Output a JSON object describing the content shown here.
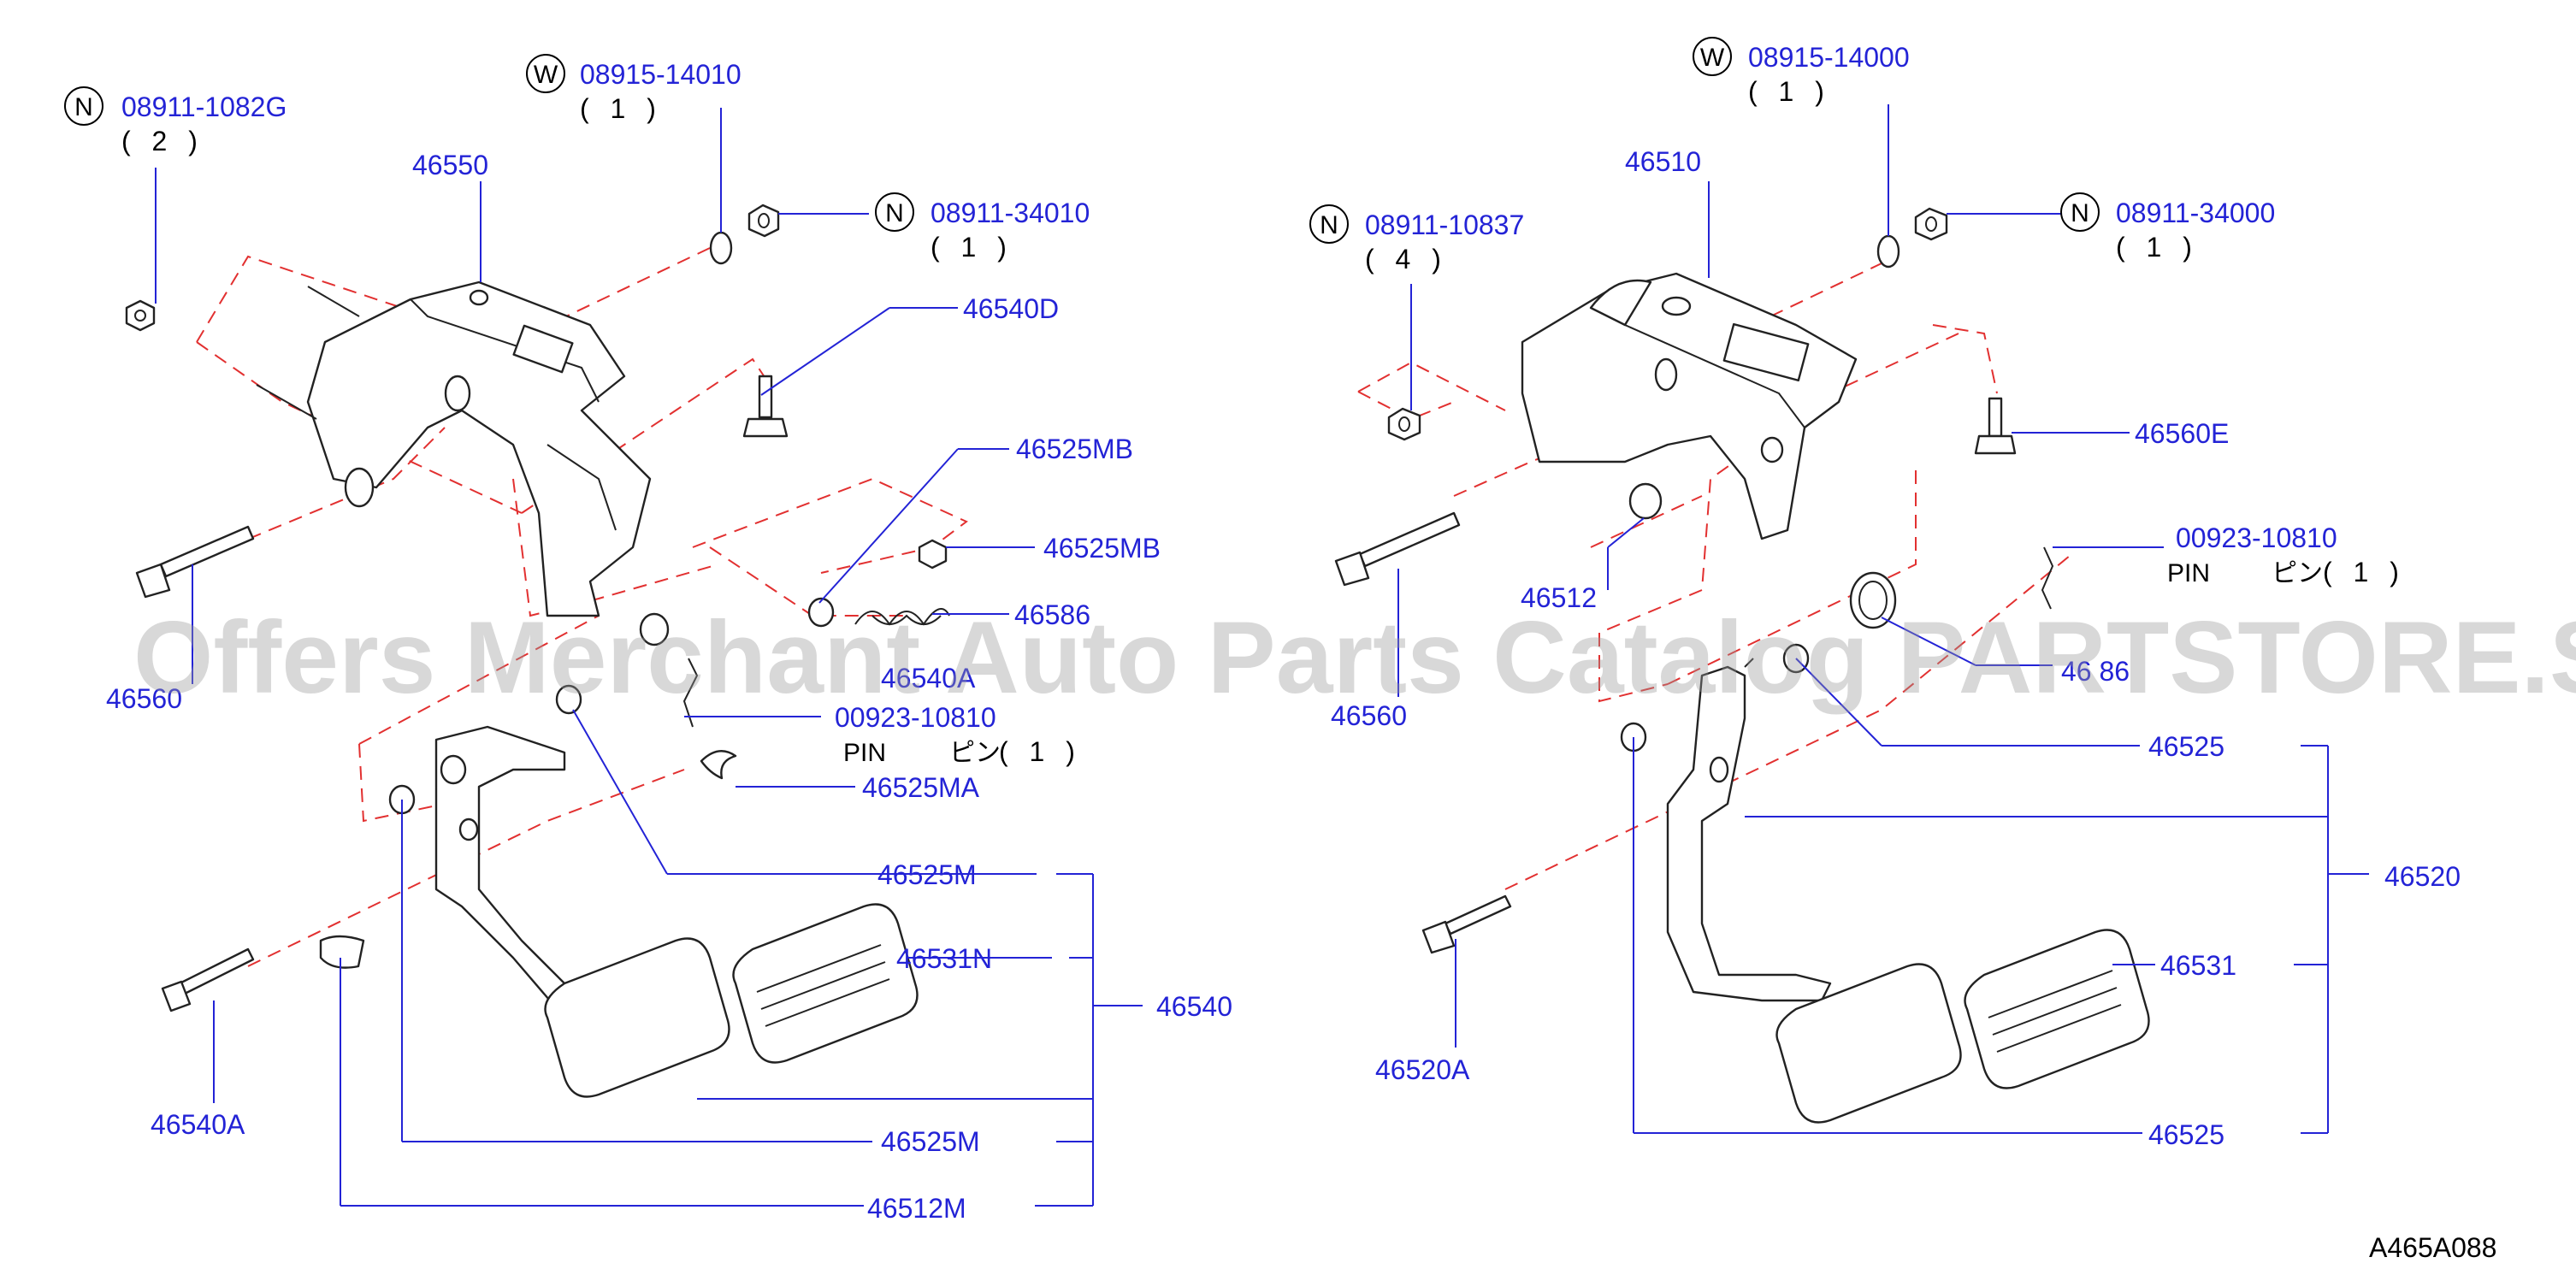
{
  "diagram_code": "A465A088",
  "watermark": "Offers Merchant Auto Parts Catalog PARTSTORE.SA",
  "pin_text": "PIN",
  "pin_jp": "ピン",
  "left": {
    "n1": {
      "symbol": "N",
      "part": "08911-1082G",
      "qty": "( 2 )"
    },
    "w1": {
      "symbol": "W",
      "part": "08915-14010",
      "qty": "( 1 )"
    },
    "n2": {
      "symbol": "N",
      "part": "08911-34010",
      "qty": "( 1 )"
    },
    "p46550": "46550",
    "p46540D": "46540D",
    "p46525MB_a": "46525MB",
    "p46525MB_b": "46525MB",
    "p46586": "46586",
    "p46560": "46560",
    "p46540A_hidden": "46540A",
    "pin": {
      "part": "00923-10810",
      "qty": "( 1 )"
    },
    "p46525MA": "46525MA",
    "p46525M_a": "46525M",
    "p46531N": "46531N",
    "p46540": "46540",
    "p46540A": "46540A",
    "p46525M_b": "46525M",
    "p46512M": "46512M"
  },
  "right": {
    "w1": {
      "symbol": "W",
      "part": "08915-14000",
      "qty": "( 1 )"
    },
    "p46510": "46510",
    "n1": {
      "symbol": "N",
      "part": "08911-10837",
      "qty": "( 4 )"
    },
    "n2": {
      "symbol": "N",
      "part": "08911-34000",
      "qty": "( 1 )"
    },
    "p46560E": "46560E",
    "pin": {
      "part": "00923-10810",
      "qty": "( 1 )"
    },
    "p46512": "46512",
    "p46560": "46560",
    "p46586_partial": "46 86",
    "p46525_a": "46525",
    "p46520": "46520",
    "p46531": "46531",
    "p46520A": "46520A",
    "p46525_b": "46525"
  }
}
